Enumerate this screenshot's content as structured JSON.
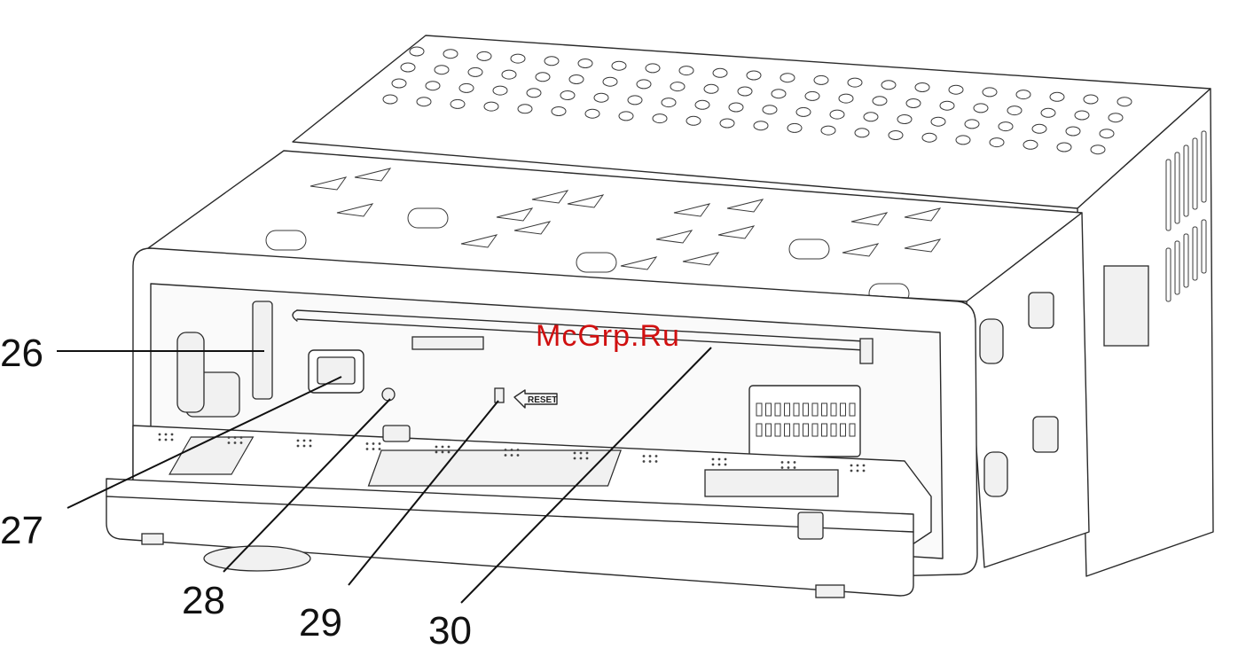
{
  "callouts": [
    {
      "id": "26",
      "label": "26"
    },
    {
      "id": "27",
      "label": "27"
    },
    {
      "id": "28",
      "label": "28"
    },
    {
      "id": "29",
      "label": "29"
    },
    {
      "id": "30",
      "label": "30"
    }
  ],
  "reset_label": "RESET",
  "watermark": "McGrp.Ru",
  "colors": {
    "lines": "#2a2a2a",
    "watermark": "#d01010",
    "background": "#ffffff"
  }
}
